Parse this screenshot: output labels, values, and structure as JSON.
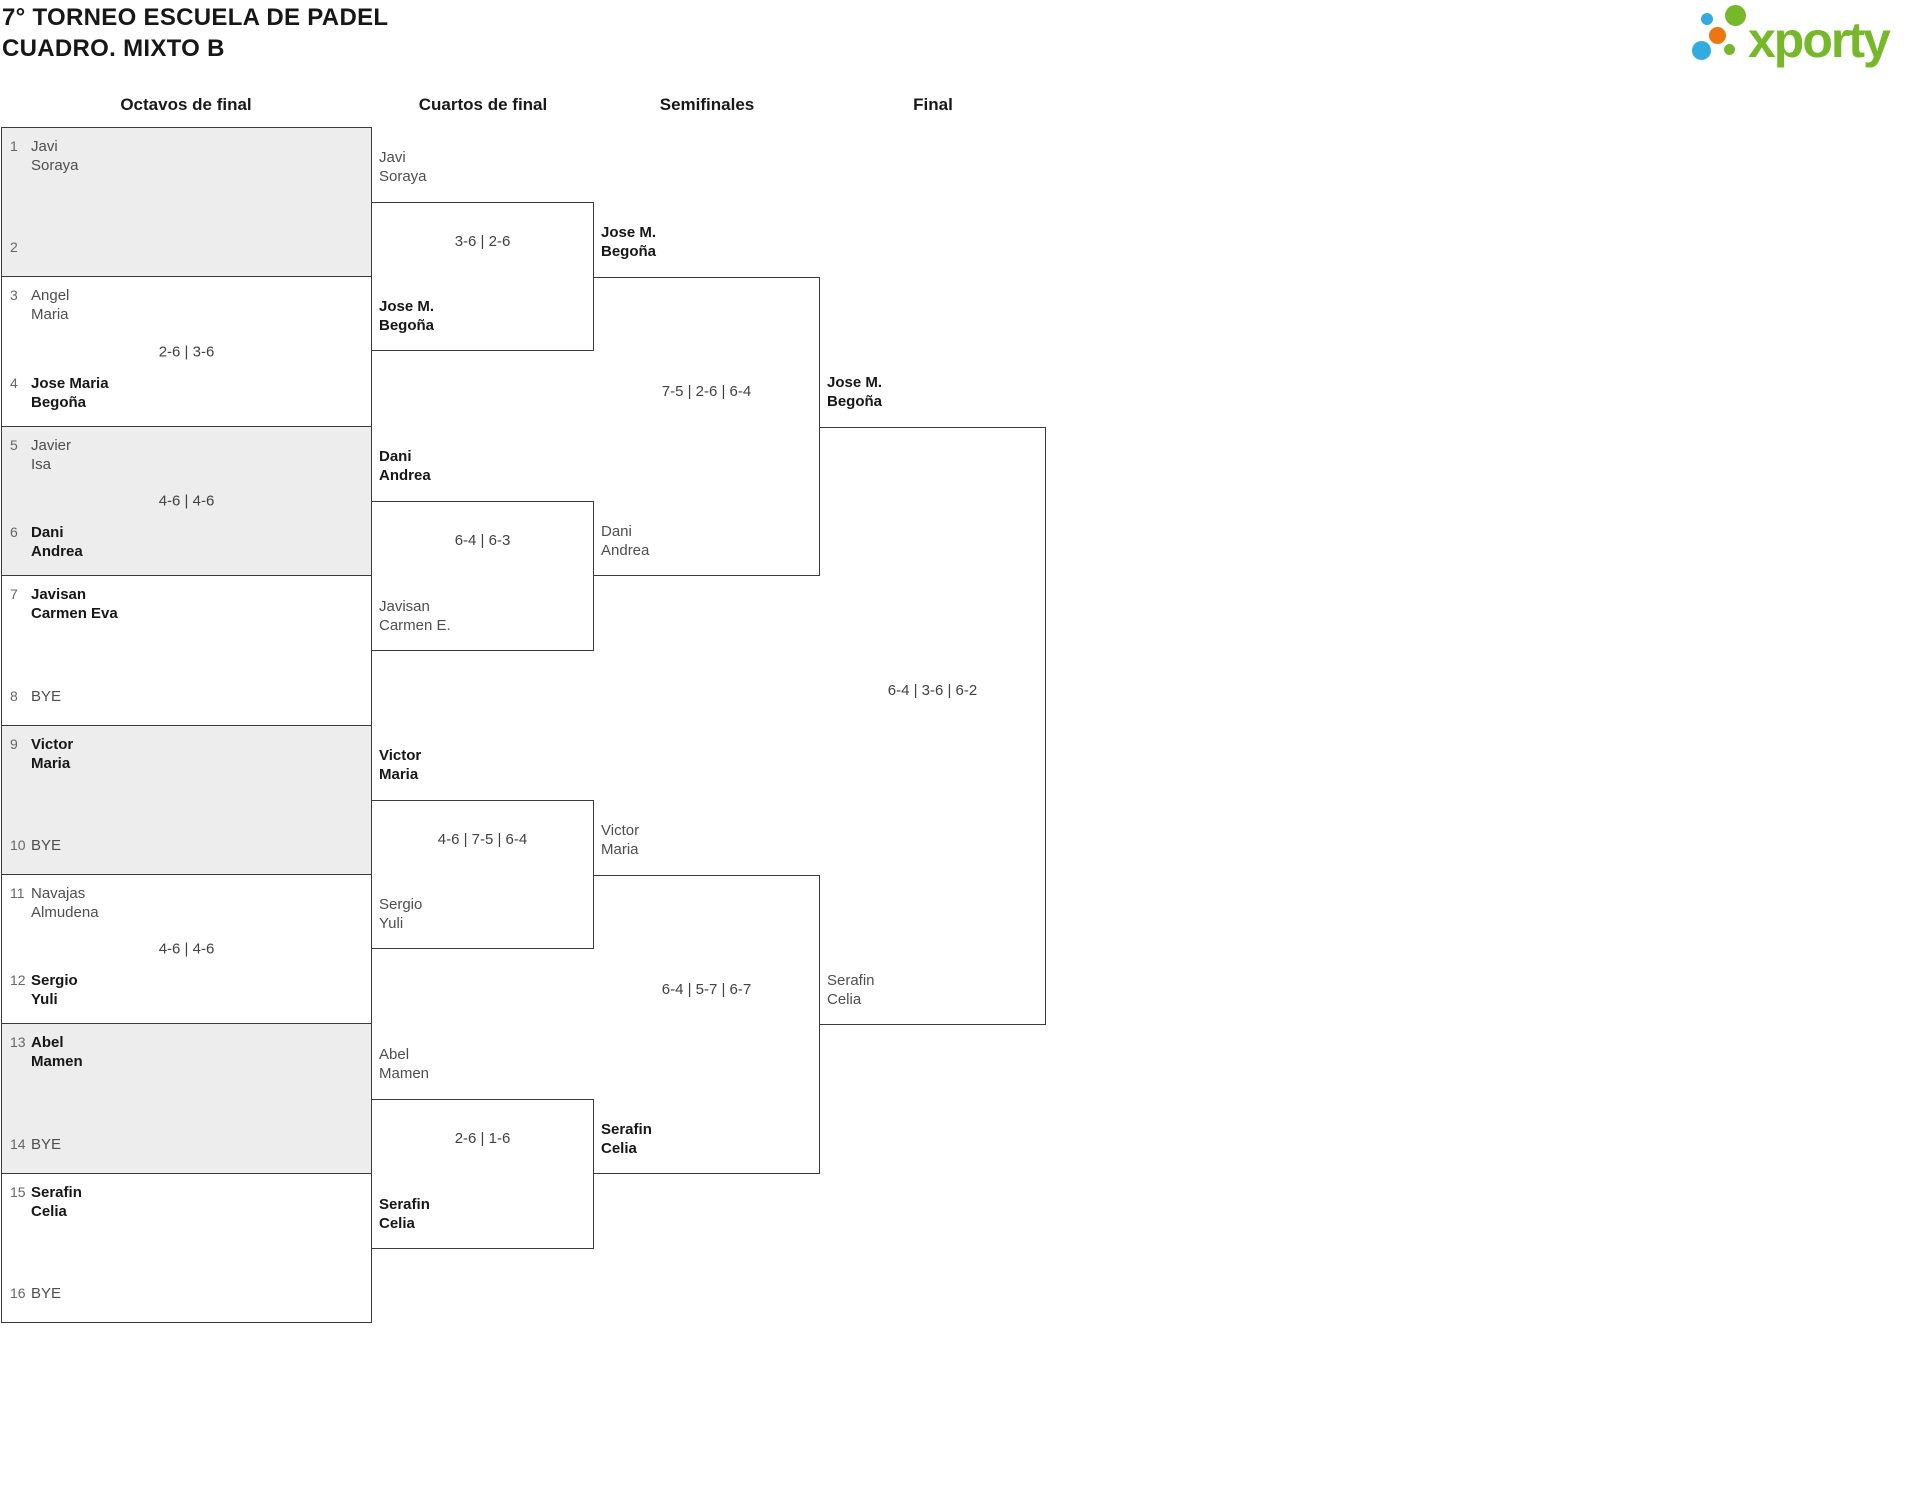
{
  "header": {
    "title_line1": "7° TORNEO ESCUELA DE PADEL",
    "title_line2": "CUADRO. MIXTO B"
  },
  "logo": {
    "wordmark": "xporty",
    "dots": [
      "blue-small",
      "green-large",
      "orange-medium",
      "blue-large",
      "green-small"
    ]
  },
  "round_headers": [
    "Octavos de final",
    "Cuartos de final",
    "Semifinales",
    "Final"
  ],
  "colors": {
    "brand_green": "#76b82a",
    "brand_blue": "#33abe1",
    "brand_orange": "#ec7612",
    "bracket_line": "#3a3a3a",
    "shaded_row": "#ededed",
    "winner_text": "#171717",
    "regular_text": "#4e4e4e"
  },
  "octavos": {
    "m1": {
      "shaded": true,
      "score": "",
      "top": {
        "seed": "1",
        "line1": "Javi",
        "line2": "Soraya",
        "bold": false
      },
      "bottom": {
        "seed": "2",
        "line1": "",
        "line2": "",
        "bold": false
      }
    },
    "m2": {
      "shaded": false,
      "score": "2-6 | 3-6",
      "top": {
        "seed": "3",
        "line1": "Angel",
        "line2": "Maria",
        "bold": false
      },
      "bottom": {
        "seed": "4",
        "line1": "Jose Maria",
        "line2": "Begoña",
        "bold": true
      }
    },
    "m3": {
      "shaded": true,
      "score": "4-6 | 4-6",
      "top": {
        "seed": "5",
        "line1": "Javier",
        "line2": "Isa",
        "bold": false
      },
      "bottom": {
        "seed": "6",
        "line1": "Dani",
        "line2": "Andrea",
        "bold": true
      }
    },
    "m4": {
      "shaded": false,
      "score": "",
      "top": {
        "seed": "7",
        "line1": "Javisan",
        "line2": "Carmen Eva",
        "bold": true
      },
      "bottom": {
        "seed": "8",
        "line1": "BYE",
        "line2": "",
        "bold": false
      }
    },
    "m5": {
      "shaded": true,
      "score": "",
      "top": {
        "seed": "9",
        "line1": "Victor",
        "line2": "Maria",
        "bold": true
      },
      "bottom": {
        "seed": "10",
        "line1": "BYE",
        "line2": "",
        "bold": false
      }
    },
    "m6": {
      "shaded": false,
      "score": "4-6 | 4-6",
      "top": {
        "seed": "11",
        "line1": "Navajas",
        "line2": "Almudena",
        "bold": false
      },
      "bottom": {
        "seed": "12",
        "line1": "Sergio",
        "line2": "Yuli",
        "bold": true
      }
    },
    "m7": {
      "shaded": true,
      "score": "",
      "top": {
        "seed": "13",
        "line1": "Abel",
        "line2": "Mamen",
        "bold": true
      },
      "bottom": {
        "seed": "14",
        "line1": "BYE",
        "line2": "",
        "bold": false
      }
    },
    "m8": {
      "shaded": false,
      "score": "",
      "top": {
        "seed": "15",
        "line1": "Serafin",
        "line2": "Celia",
        "bold": true
      },
      "bottom": {
        "seed": "16",
        "line1": "BYE",
        "line2": "",
        "bold": false
      }
    }
  },
  "cuartos": {
    "m1": {
      "score": "3-6 | 2-6",
      "top": {
        "line1": "Javi",
        "line2": "Soraya",
        "bold": false
      },
      "bottom": {
        "line1": "Jose M.",
        "line2": "Begoña",
        "bold": true
      }
    },
    "m2": {
      "score": "6-4 | 6-3",
      "top": {
        "line1": "Dani",
        "line2": "Andrea",
        "bold": true
      },
      "bottom": {
        "line1": "Javisan",
        "line2": "Carmen E.",
        "bold": false
      }
    },
    "m3": {
      "score": "4-6 | 7-5 | 6-4",
      "top": {
        "line1": "Victor",
        "line2": "Maria",
        "bold": true
      },
      "bottom": {
        "line1": "Sergio",
        "line2": "Yuli",
        "bold": false
      }
    },
    "m4": {
      "score": "2-6 | 1-6",
      "top": {
        "line1": "Abel",
        "line2": "Mamen",
        "bold": false
      },
      "bottom": {
        "line1": "Serafin",
        "line2": "Celia",
        "bold": true
      }
    }
  },
  "semifinales": {
    "m1": {
      "score": "7-5 | 2-6 | 6-4",
      "top": {
        "line1": "Jose M.",
        "line2": "Begoña",
        "bold": true
      },
      "bottom": {
        "line1": "Dani",
        "line2": "Andrea",
        "bold": false
      }
    },
    "m2": {
      "score": "6-4 | 5-7 | 6-7",
      "top": {
        "line1": "Victor",
        "line2": "Maria",
        "bold": false
      },
      "bottom": {
        "line1": "Serafin",
        "line2": "Celia",
        "bold": true
      }
    }
  },
  "final": {
    "m1": {
      "score": "6-4 | 3-6 | 6-2",
      "top": {
        "line1": "Jose M.",
        "line2": "Begoña",
        "bold": true
      },
      "bottom": {
        "line1": "Serafin",
        "line2": "Celia",
        "bold": false
      }
    }
  }
}
